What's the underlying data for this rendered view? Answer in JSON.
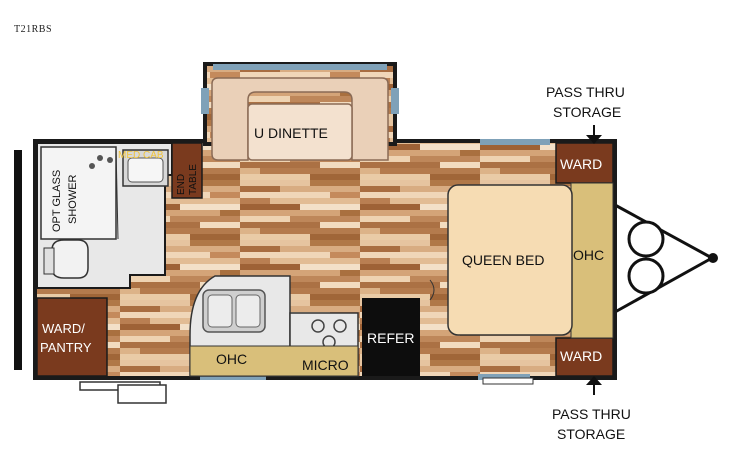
{
  "model": "T21RBS",
  "labels": {
    "u_dinette": "U DINETTE",
    "med_cab": "MED CAB",
    "end_table_1": "END",
    "end_table_2": "TABLE",
    "opt_glass_1": "OPT GLASS",
    "opt_glass_2": "SHOWER",
    "queen_bed": "QUEEN BED",
    "ohc_bed": "OHC",
    "ward_top": "WARD",
    "ward_bottom": "WARD",
    "ward_pantry_1": "WARD/",
    "ward_pantry_2": "PANTRY",
    "ohc_kitchen": "OHC",
    "micro": "MICRO",
    "refer": "REFER",
    "pass_top_1": "PASS THRU",
    "pass_top_2": "STORAGE",
    "pass_bottom_1": "PASS THRU",
    "pass_bottom_2": "STORAGE"
  },
  "colors": {
    "wall": "#1a1a1a",
    "floor_light": "#e8c9a8",
    "floor_mid": "#c9966a",
    "floor_dark": "#a4683e",
    "ward": "#7a3a1e",
    "ohc": "#d9bf7a",
    "bed": "#f6dcb3",
    "window": "#7fa1b8",
    "refer": "#0d0d0d",
    "dinette": "#ead0b8"
  }
}
